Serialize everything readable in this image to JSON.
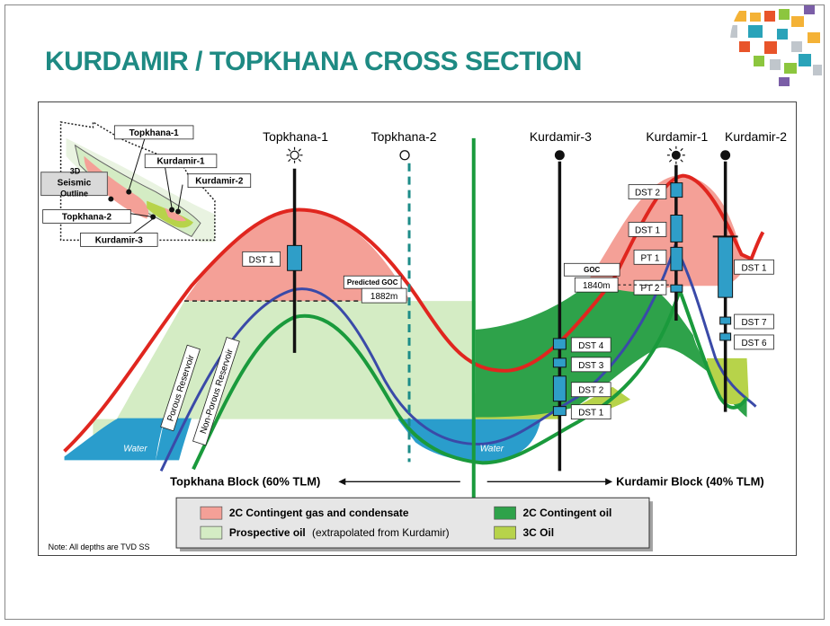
{
  "title": "KURDAMIR / TOPKHANA CROSS SECTION",
  "wells": {
    "topkhana1": "Topkhana-1",
    "topkhana2": "Topkhana-2",
    "kurdamir3": "Kurdamir-3",
    "kurdamir1": "Kurdamir-1",
    "kurdamir2": "Kurdamir-2"
  },
  "inset_map": {
    "labels": {
      "topkhana1": "Topkhana-1",
      "kurdamir1": "Kurdamir-1",
      "kurdamir2": "Kurdamir-2",
      "topkhana2": "Topkhana-2",
      "kurdamir3": "Kurdamir-3",
      "seismic_line1": "3D",
      "seismic_line2": "Seismic",
      "seismic_line3": "Outline"
    }
  },
  "tests": {
    "t1_dst1": "DST 1",
    "k1_dst2": "DST 2",
    "k1_dst1": "DST 1",
    "k1_pt1": "PT 1",
    "k1_pt2": "PT 2",
    "k3_dst4": "DST 4",
    "k3_dst3": "DST 3",
    "k3_dst2": "DST 2",
    "k3_dst1": "DST 1",
    "k2_dst1": "DST 1",
    "k2_dst7": "DST 7",
    "k2_dst6": "DST 6"
  },
  "contacts": {
    "predicted_goc_label": "Predicted GOC",
    "predicted_goc_depth": "1882m",
    "goc_label": "GOC",
    "goc_depth": "1840m"
  },
  "reservoir_labels": {
    "porous": "Porous Reservoir",
    "non_porous": "Non-Porous Reservoir",
    "water_left": "Water",
    "water_right": "Water"
  },
  "blocks": {
    "topkhana": "Topkhana Block (60% TLM)",
    "kurdamir": "Kurdamir Block (40% TLM)"
  },
  "legend": {
    "gas_condensate": "2C Contingent gas and condensate",
    "prospective_oil": "Prospective oil",
    "prospective_oil_note": "(extrapolated from Kurdamir)",
    "contingent_oil": "2C Contingent oil",
    "oil_3c": "3C Oil"
  },
  "note": "Note: All depths are TVD SS",
  "colors": {
    "title": "#1e8a83",
    "gas": "#f4a097",
    "prospective_oil": "#d4ecc4",
    "contingent_oil": "#2ea24a",
    "oil_3c": "#b7d34a",
    "water": "#2a9dcc",
    "red_line": "#e0261f",
    "green_line": "#1a9a3c",
    "blue_line": "#3a4aa8",
    "test_box": "#2f9ec8"
  }
}
